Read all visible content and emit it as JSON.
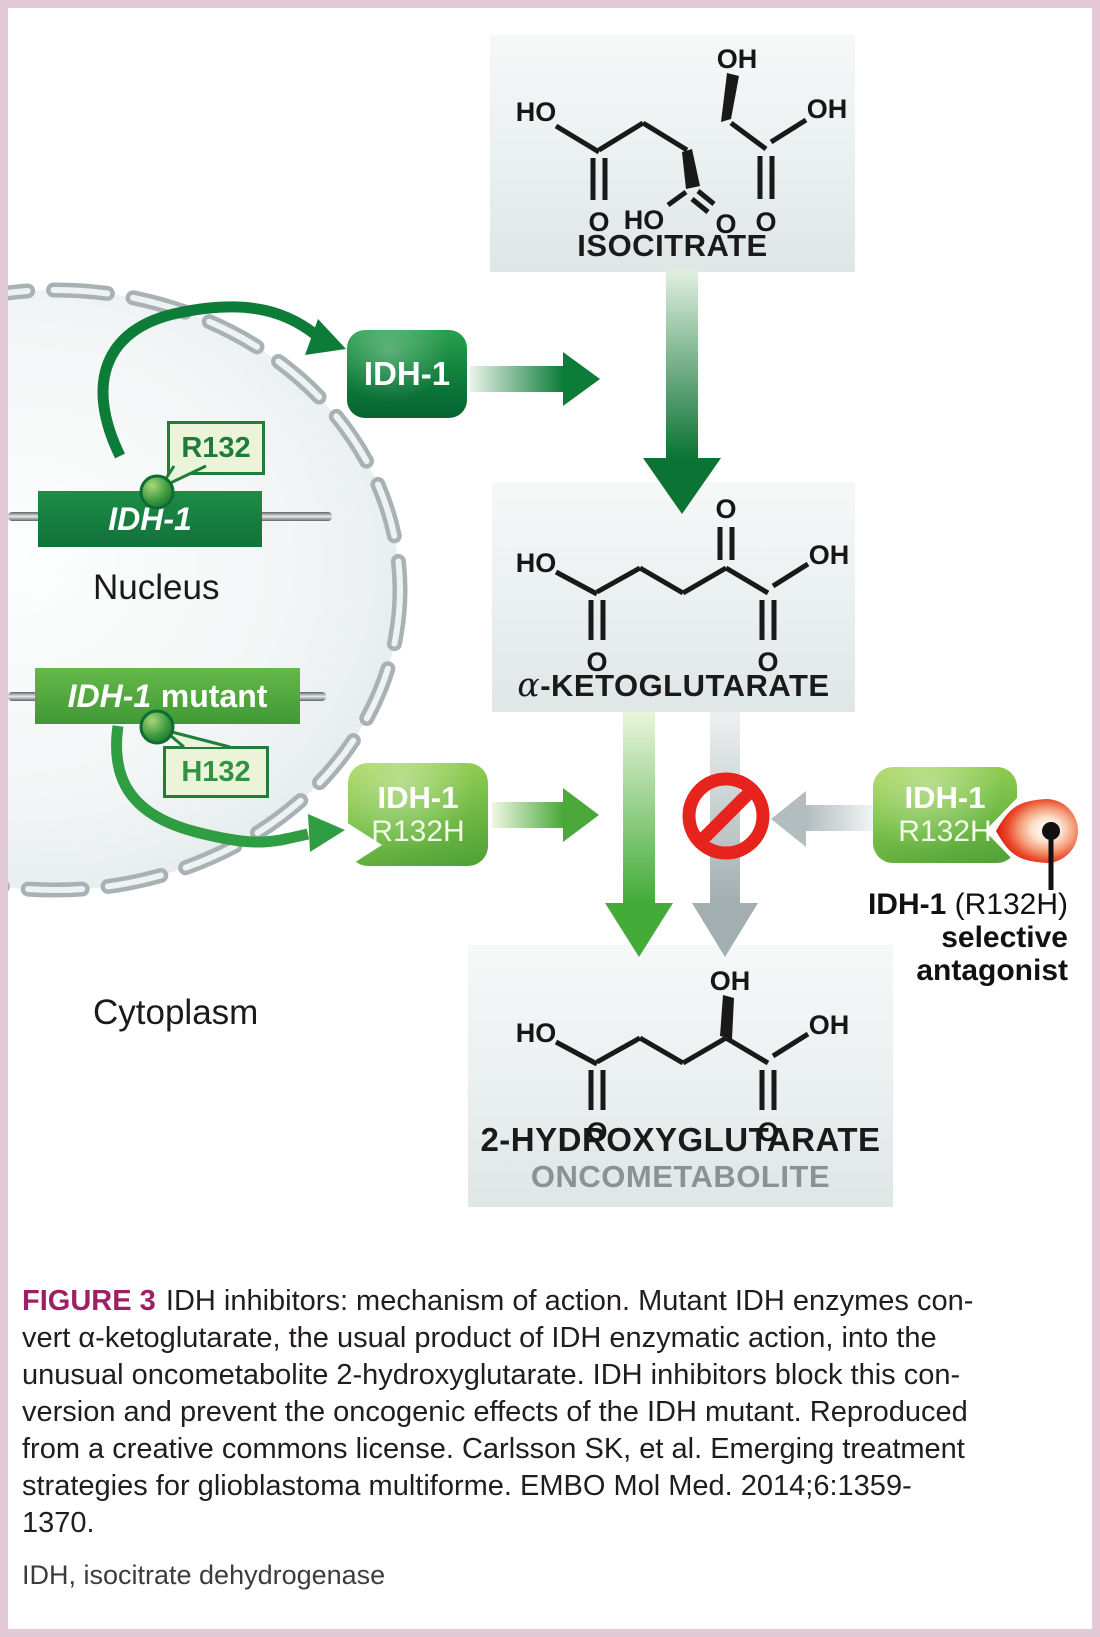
{
  "figure": {
    "caption_label": "FIGURE 3",
    "caption_lines": [
      "IDH inhibitors: mechanism of action. Mutant IDH enzymes con-",
      "vert α-ketoglutarate, the usual product of IDH enzymatic action, into the",
      "unusual oncometabolite 2-hydroxyglutarate. IDH inhibitors block this con-",
      "version and prevent the oncogenic effects of the IDH mutant. Reproduced",
      "from a creative commons license. Carlsson SK, et al. Emerging treatment",
      "strategies for glioblastoma multiforme. EMBO Mol Med. 2014;6:1359-",
      "1370."
    ],
    "footnote": "IDH, isocitrate dehydrogenase"
  },
  "diagram": {
    "nucleus_label": "Nucleus",
    "cytoplasm_label": "Cytoplasm",
    "wt_gene": "IDH-1",
    "wt_residue": "R132",
    "mut_gene_name": "IDH-1",
    "mut_gene_suffix": "mutant",
    "mut_residue": "H132",
    "wt_enzyme": "IDH-1",
    "mut_enzyme_name": "IDH-1",
    "mut_enzyme_variant": "R132H",
    "antagonist_name": "IDH-1",
    "antagonist_variant": "(R132H)",
    "antagonist_line2": "selective",
    "antagonist_line3": "antagonist",
    "isocitrate_label": "ISOCITRATE",
    "akg_alpha": "α",
    "akg_rest": "-KETOGLUTARATE",
    "hg_label": "2-HYDROXYGLUTARATE",
    "hg_sublabel": "ONCOMETABOLITE"
  },
  "atoms": {
    "ho": "HO",
    "oh": "OH",
    "o": "O"
  },
  "colors": {
    "green_dark": "#0d7c38",
    "green_bright": "#6abe45",
    "red": "#e6231d",
    "gray_arrow": "#a3aeb0",
    "pink_border": "#e3cad6",
    "figure_label": "#9e2064",
    "oncometabolite_gray": "#8b9194"
  }
}
